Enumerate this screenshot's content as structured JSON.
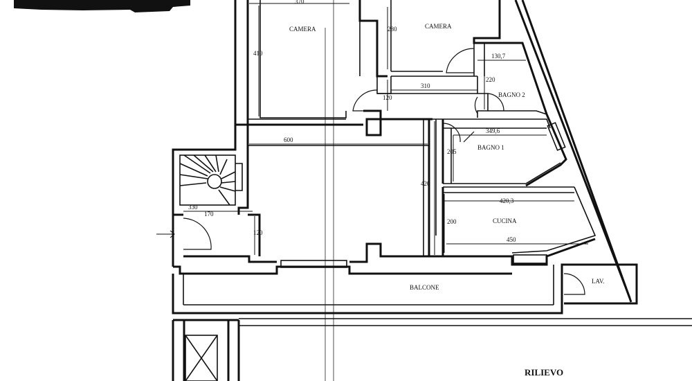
{
  "rooms": {
    "camera1": "CAMERA",
    "camera2": "CAMERA",
    "bagno2": "BAGNO 2",
    "bagno1": "BAGNO 1",
    "cucina": "CUCINA",
    "balcone": "BALCONE",
    "lav": "LAV."
  },
  "dimensions": {
    "camera1_width": "370",
    "camera1_depth": "410",
    "camera2_depth": "280",
    "bagno2_width": "130,7",
    "bagno2_depth": "220",
    "corridor_width": "310",
    "corridor_depth": "120",
    "living_width": "600",
    "living_depth": "420",
    "bagno1_width": "349,6",
    "bagno1_depth": "205",
    "cucina_width_top": "420,3",
    "cucina_depth": "200",
    "cucina_width_bottom": "450",
    "entry_total": "330",
    "entry_width": "170",
    "entry_depth": "120"
  },
  "title": "RILIEVO"
}
